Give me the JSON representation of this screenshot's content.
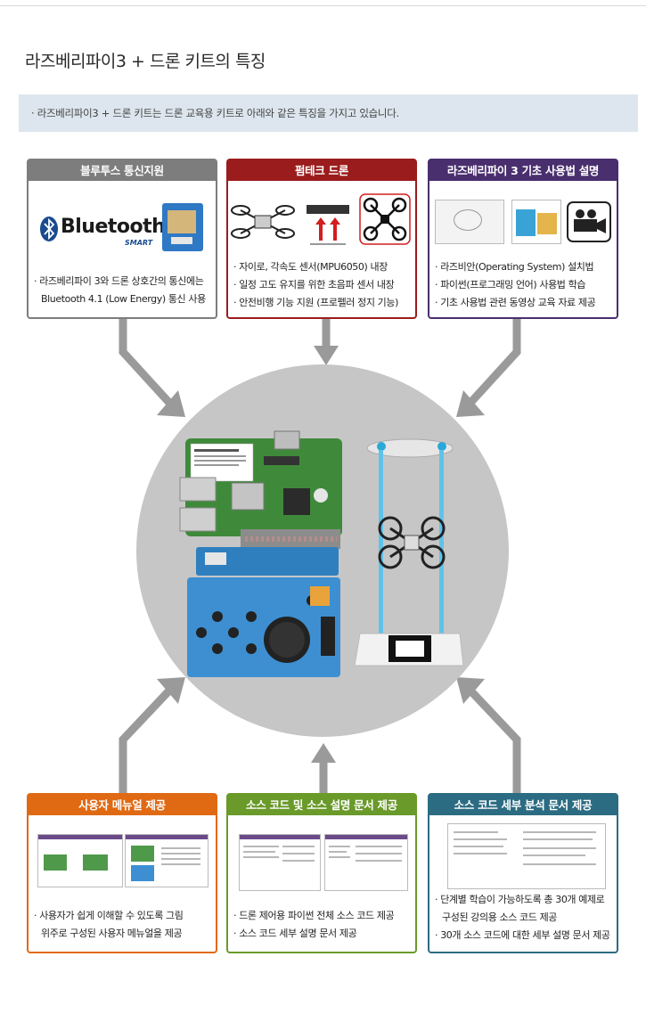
{
  "page": {
    "title": "라즈베리파이3 + 드론 키트의 특징",
    "intro": "· 라즈베리파이3 + 드론 키트는 드론 교육용 키트로 아래와 같은 특징을 가지고 있습니다."
  },
  "colors": {
    "bluetooth": "#7d7d7d",
    "drone": "#9b1c1c",
    "basics": "#4a2f6e",
    "manual": "#e06a14",
    "source": "#6a9a2a",
    "analysis": "#2c6c82",
    "arrow": "#9a9a9a",
    "circle": "#c6c6c6"
  },
  "boxes": {
    "bluetooth": {
      "title": "블루투스 통신지원",
      "logo_text": "Bluetooth",
      "logo_sub": "SMART",
      "lines": [
        "· 라즈베리파이 3와 드론 상호간의 통신에는",
        "Bluetooth 4.1 (Low Energy) 통신 사용"
      ]
    },
    "drone": {
      "title": "펌테크 드론",
      "lines": [
        "· 자이로, 각속도 센서(MPU6050) 내장",
        "· 일정 고도 유지를 위한 초음파 센서 내장",
        "· 안전비행 기능 지원 (프로펠러 정지 기능)"
      ]
    },
    "basics": {
      "title": "라즈베리파이 3 기초 사용법 설명",
      "lines": [
        "· 라즈비안(Operating System) 설치법",
        "· 파이썬(프로그래밍 언어) 사용법 학습",
        "· 기초 사용법 관련 동영상 교육 자료 제공"
      ]
    },
    "manual": {
      "title": "사용자 메뉴얼 제공",
      "lines": [
        "· 사용자가 쉽게 이해할 수 있도록 그림",
        "위주로 구성된 사용자 메뉴얼을 제공"
      ]
    },
    "source": {
      "title": "소스 코드 및 소스 설명 문서 제공",
      "lines": [
        "· 드론 제어용 파이썬 전체 소스 코드 제공",
        "· 소스 코드 세부 설명 문서 제공"
      ]
    },
    "analysis": {
      "title": "소스 코드 세부 분석 문서 제공",
      "lines": [
        "· 단계별 학습이 가능하도록 총 30개 예제로",
        "구성된 강의용 소스 코드 제공",
        "· 30개 소스 코드에 대한 세부 설명 문서 제공"
      ]
    }
  }
}
